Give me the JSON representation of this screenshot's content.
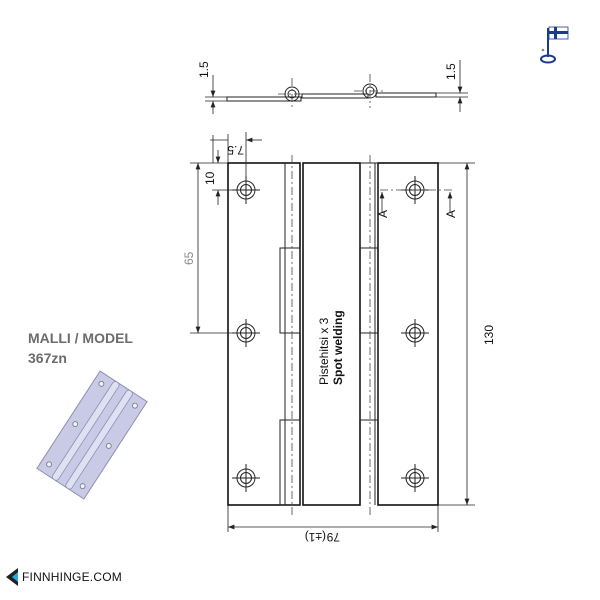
{
  "model": {
    "label": "MALLI / MODEL",
    "code": "367zn"
  },
  "brand": {
    "name": "FINNHINGE.COM"
  },
  "dimensions": {
    "thickness_left": "1.5",
    "thickness_right": "1.5",
    "hole_offset_x": "7.5",
    "hole_offset_y": "10",
    "hole_pitch": "65",
    "height": "130",
    "width": "79",
    "width_tolerance": "(±1)",
    "section_left": "A",
    "section_right": "A"
  },
  "note": {
    "line1": "Pistehitsi x 3",
    "line2": "Spot welding"
  },
  "colors": {
    "flag_blue": "#1a3a8c",
    "render_fill": "#c9cbe6"
  }
}
